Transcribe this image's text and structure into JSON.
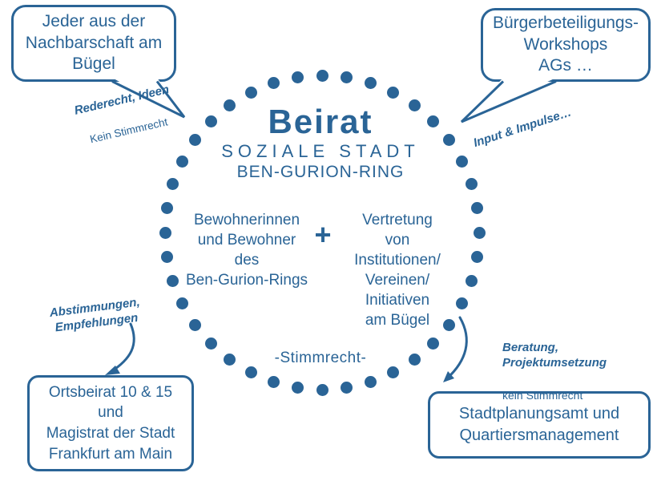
{
  "colors": {
    "accent": "#2a6496",
    "background": "#ffffff"
  },
  "ring": {
    "dot_count": 40
  },
  "center": {
    "title": "Beirat",
    "subtitle_line1": "SOZIALE STADT",
    "subtitle_line2": "BEN-GURION-RING",
    "left_group": "Bewohnerinnen\nund Bewohner\ndes\nBen-Gurion-Rings",
    "plus_sign": "+",
    "right_group": "Vertretung\nvon\nInstitutionen/\nVereinen/\nInitiativen\nam Bügel",
    "voting_note": "-Stimmrecht-"
  },
  "bubbles": {
    "top_left": "Jeder aus der\nNachbarschaft am\nBügel",
    "top_right": "Bürgerbeteiligungs-\nWorkshops\nAGs …"
  },
  "notes": {
    "top_left_bold": "Rederecht, Ideen",
    "top_left_regular": "Kein Stimmrecht",
    "top_right_bold": "Input & Impulse…",
    "bottom_left_bold": "Abstimmungen,\nEmpfehlungen",
    "bottom_right_bold": "Beratung,\nProjektumsetzung",
    "bottom_right_regular": "kein Stimmrecht"
  },
  "boxes": {
    "bottom_left": "Ortsbeirat 10 & 15\nund\nMagistrat der Stadt\nFrankfurt am Main",
    "bottom_right": "Stadtplanungsamt und\nQuartiersmanagement"
  }
}
